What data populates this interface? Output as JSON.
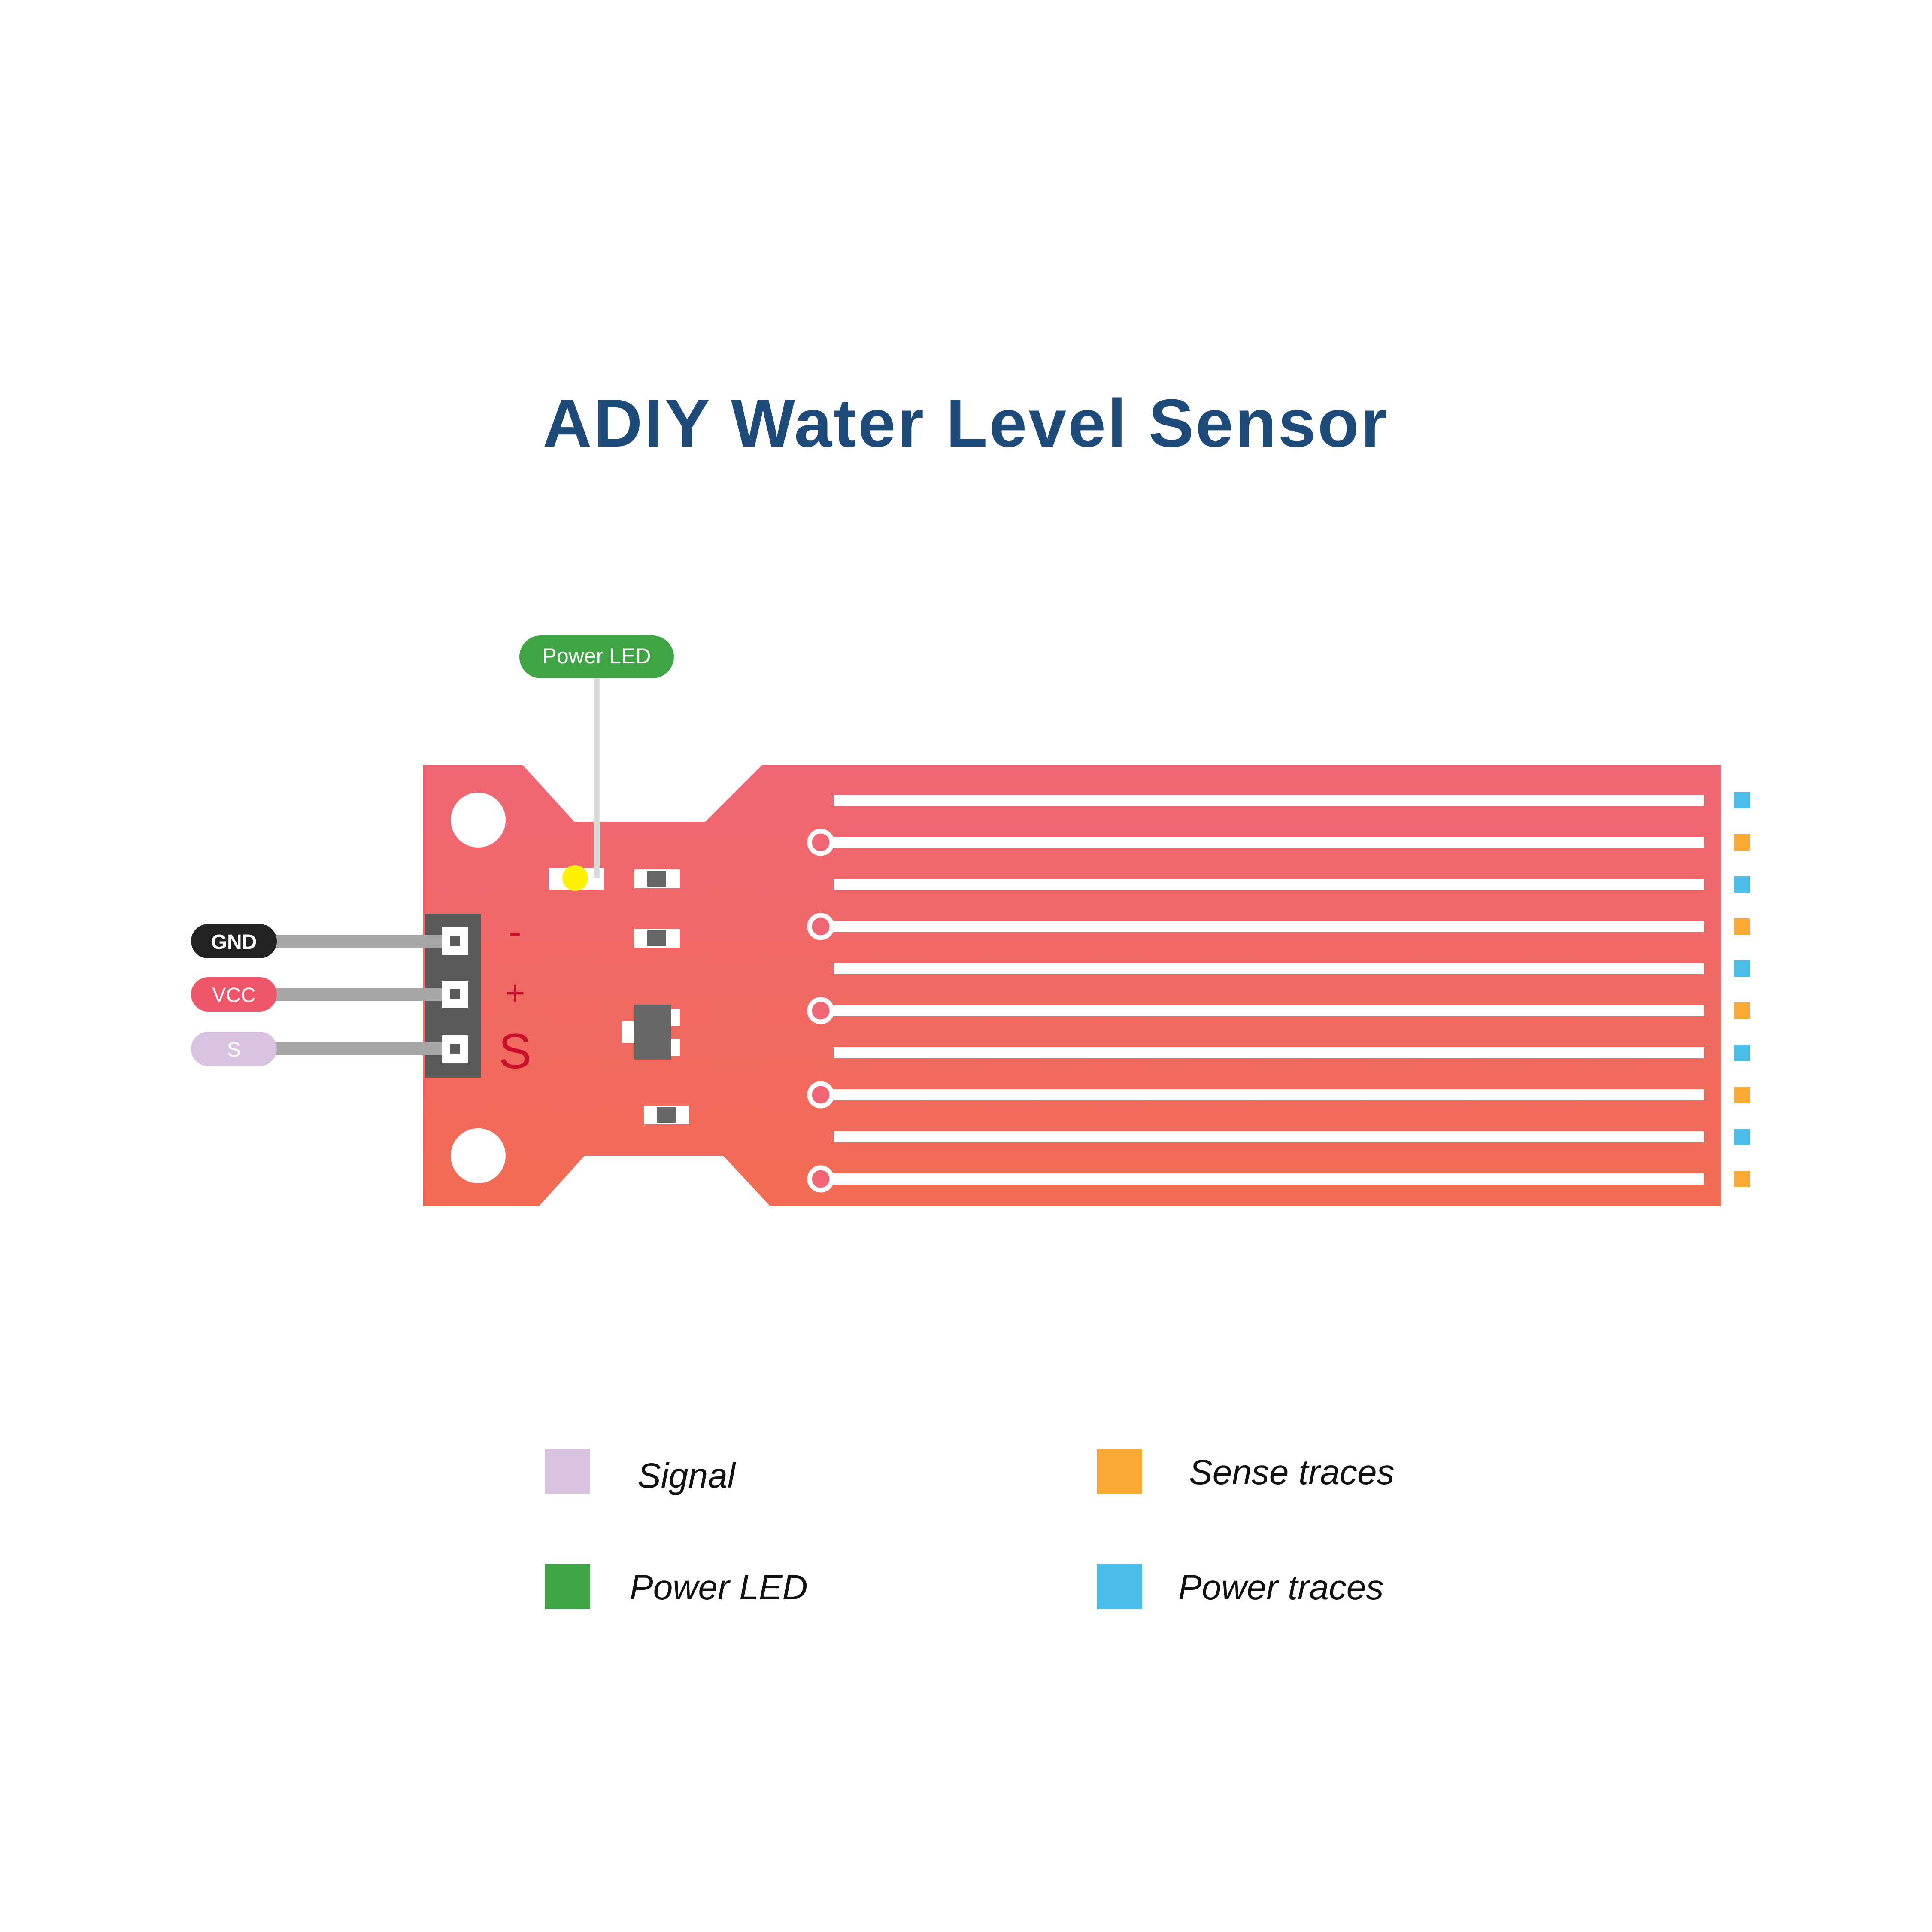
{
  "title": "ADIY Water Level Sensor",
  "callout": {
    "label": "Power LED"
  },
  "pins": [
    {
      "label": "GND",
      "color": "#222222",
      "text_color": "#ffffff",
      "silk": "-"
    },
    {
      "label": "VCC",
      "color": "#F0566A",
      "text_color": "#ffffff",
      "silk": "+"
    },
    {
      "label": "S",
      "color": "#D8C2E0",
      "text_color": "#ffffff",
      "silk": "S"
    }
  ],
  "legend": [
    {
      "label": "Signal",
      "color": "#D8C2E0"
    },
    {
      "label": "Sense traces",
      "color": "#FBAA36"
    },
    {
      "label": "Power LED",
      "color": "#3FA444"
    },
    {
      "label": "Power traces",
      "color": "#4BBDE9"
    }
  ],
  "colors": {
    "title": "#1F4B7A",
    "board_top": "#F06674",
    "board_bottom": "#F26C54",
    "trace": "#ffffff",
    "header": "#5A5A5A",
    "wire": "#A6A6A6",
    "silkscreen": "#C8102E",
    "led": "#FFF200",
    "component": "#666666",
    "callout_line": "#D9D9D9",
    "power_trace_marker": "#4BBDE9",
    "sense_trace_marker": "#FBAA36"
  }
}
